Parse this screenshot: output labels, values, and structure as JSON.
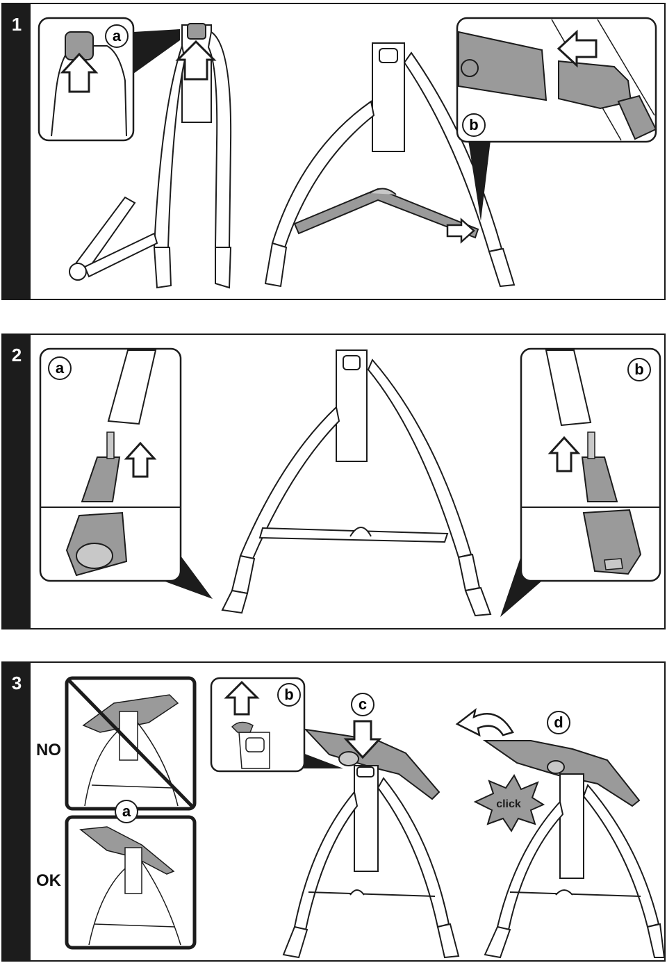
{
  "steps": [
    {
      "number": "1",
      "labels": {
        "a": "a",
        "b": "b"
      }
    },
    {
      "number": "2",
      "labels": {
        "a": "a",
        "b": "b"
      }
    },
    {
      "number": "3",
      "labels": {
        "a": "a",
        "b": "b",
        "c": "c",
        "d": "d"
      },
      "no_label": "NO",
      "ok_label": "OK",
      "click_label": "click"
    }
  ],
  "colors": {
    "ink": "#1c1c1c",
    "part_gray": "#9a9a9a",
    "light_gray": "#c8c8c8"
  },
  "icons": [
    "up-arrow-icon",
    "left-arrow-icon",
    "right-arrow-icon",
    "down-arrow-icon",
    "rotate-arrow-icon",
    "click-burst-icon"
  ]
}
